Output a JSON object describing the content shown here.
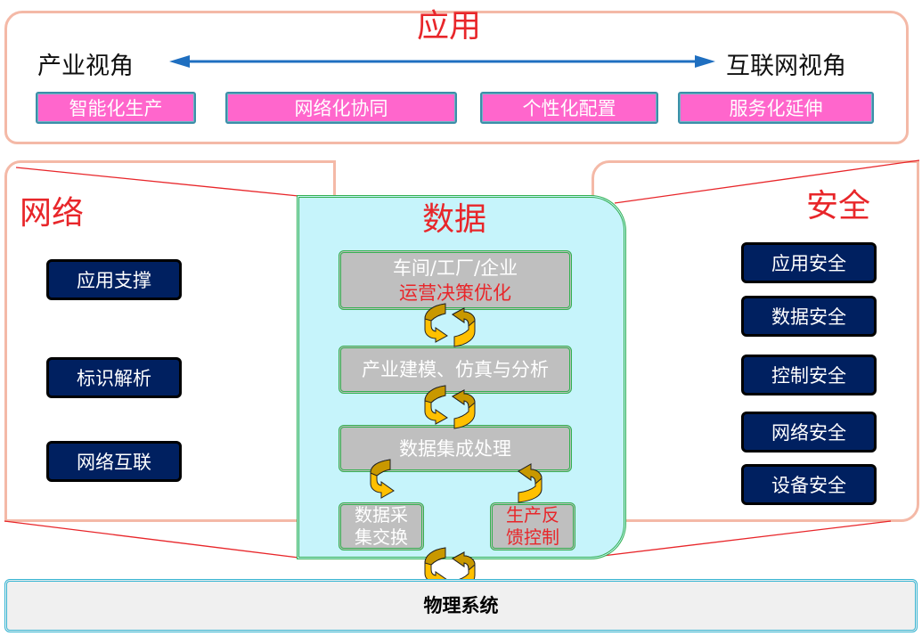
{
  "application": {
    "title": "应用",
    "left_perspective": "产业视角",
    "right_perspective": "互联网视角",
    "arrow_color": "#1f6fc0",
    "items": [
      {
        "label": "智能化生产"
      },
      {
        "label": "网络化协同"
      },
      {
        "label": "个性化配置"
      },
      {
        "label": "服务化延伸"
      }
    ]
  },
  "network": {
    "title": "网络",
    "items": [
      {
        "label": "应用支撑"
      },
      {
        "label": "标识解析"
      },
      {
        "label": "网络互联"
      }
    ]
  },
  "data": {
    "title": "数据",
    "top_box": {
      "line1": "车间/工厂/企业",
      "line2": "运营决策优化"
    },
    "middle_box": {
      "label": "产业建模、仿真与分析"
    },
    "integration_box": {
      "label": "数据集成处理"
    },
    "collect_box": {
      "line1": "数据采",
      "line2": "集交换"
    },
    "feedback_box": {
      "line1": "生产反",
      "line2": "馈控制"
    }
  },
  "security": {
    "title": "安全",
    "items": [
      {
        "label": "应用安全"
      },
      {
        "label": "数据安全"
      },
      {
        "label": "控制安全"
      },
      {
        "label": "网络安全"
      },
      {
        "label": "设备安全"
      }
    ]
  },
  "physical": {
    "label": "物理系统"
  },
  "colors": {
    "accent_red": "#e8262a",
    "frame_pink": "#f4b9a7",
    "data_panel": "#c6f4fb",
    "gray_box": "#bfbfbf",
    "navy_button": "#002060",
    "pink_button": "#ff66cc",
    "cycle_arrow": "#ffc000"
  }
}
